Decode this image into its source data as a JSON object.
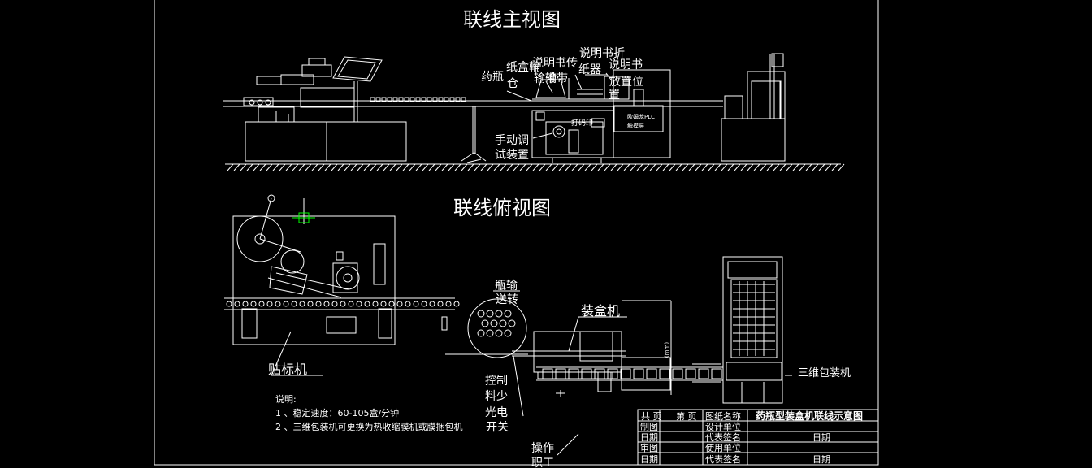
{
  "titles": {
    "front_view": "联线主视图",
    "top_view": "联线俯视图"
  },
  "front_labels": {
    "medicine_bin_1": "药瓶",
    "medicine_bin_2": "仓",
    "carton_feed_1": "纸盒輪",
    "carton_feed_2": "输带",
    "manual_feed_1": "说明书传",
    "manual_feed_2": "输带",
    "manual_folder_1": "说明书折",
    "manual_folder_2": "纸器",
    "manual_place_1": "说明书",
    "manual_place_2": "放置位",
    "manual_place_3": "置",
    "printer": "打码印",
    "plc_1": "欧姆龙PLC",
    "plc_2": "触摸屏",
    "manual_debug_1": "手动调",
    "manual_debug_2": "试装置"
  },
  "top_labels": {
    "labeler": "贴标机",
    "bottle_conveyor_1": "瓶输",
    "bottle_conveyor_2": "送转",
    "cartoner": "装盒机",
    "wrapper": "三维包装机",
    "control_1": "控制",
    "control_2": "料少",
    "control_3": "光电",
    "control_4": "开关",
    "operator_1": "操作",
    "operator_2": "职工",
    "dimension": "(mm)"
  },
  "notes": {
    "heading": "说明:",
    "line1": "1 、稳定速度：60-105盒/分钟",
    "line2": "2 、三维包装机可更换为热收缩膜机或膜捆包机"
  },
  "title_block": {
    "total": "共  页",
    "page": "第  页",
    "drawing_name_label": "图纸名称",
    "drawing_name": "药瓶型装盒机联线示意图",
    "drawn": "制图",
    "design_unit": "设计单位",
    "date1": "日期",
    "rep_sign1": "代表签名",
    "date_right1": "日期",
    "review": "审图",
    "use_unit": "使用单位",
    "date2": "日期",
    "rep_sign2": "代表签名",
    "date_right2": "日期"
  }
}
